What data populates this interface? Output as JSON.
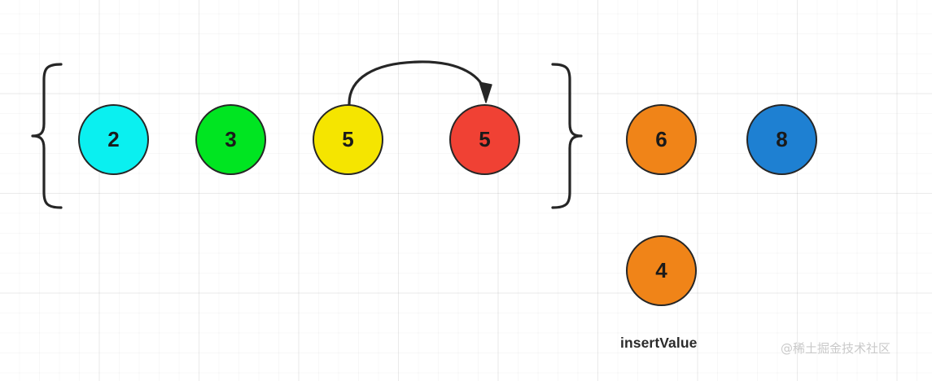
{
  "diagram": {
    "title_label": "insertValue",
    "watermark": "@稀土掘金技术社区",
    "sorted_group": {
      "left_brace": "{",
      "right_brace": "}",
      "nodes": [
        {
          "value": "2",
          "color": "#0AF0F0",
          "name": "node-2"
        },
        {
          "value": "3",
          "color": "#00E521",
          "name": "node-3"
        },
        {
          "value": "5",
          "color": "#F5E500",
          "name": "node-5-yellow"
        },
        {
          "value": "5",
          "color": "#F04134",
          "name": "node-5-red"
        }
      ]
    },
    "unsorted_nodes": [
      {
        "value": "6",
        "color": "#F08418",
        "name": "node-6"
      },
      {
        "value": "8",
        "color": "#1E80D2",
        "name": "node-8"
      }
    ],
    "insert_node": {
      "value": "4",
      "color": "#F08418",
      "name": "node-4-insert"
    },
    "arrow": {
      "name": "shift-arrow",
      "from_value": "5",
      "to_value": "5",
      "stroke": "#262626"
    },
    "colors": {
      "stroke": "#262626",
      "text": "#1a1a1a",
      "label": "#2b2b2b",
      "watermark": "#c9c9c9",
      "grid": "#f0f0f0",
      "background": "#ffffff"
    }
  }
}
